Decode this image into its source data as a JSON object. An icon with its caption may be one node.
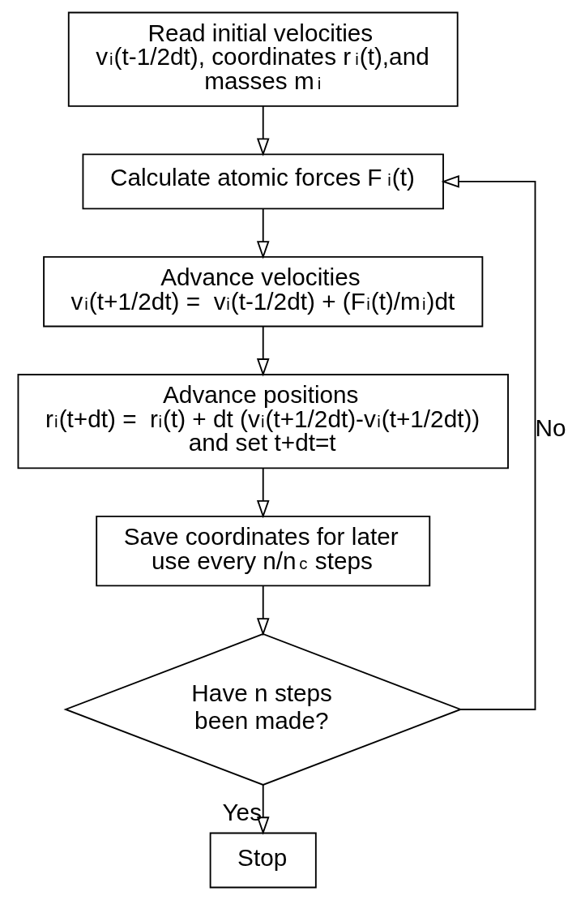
{
  "diagram": {
    "nodes": [
      {
        "text": [
          "Read initial velocities v$_{i}$(t-1/2dt), coordinates r$_{i}$(t),and masses m$_{i}$"
        ]
      },
      {
        "text": [
          "Calculate atomic forces F$_{i}$(t)"
        ]
      },
      {
        "text": [
          "Advance velocities",
          "v$_{i}$(t+1/2dt) =  v$_{i}$(t-1/2dt) + (F$_{i}$(t)/m$_{i}$)dt"
        ]
      },
      {
        "text": [
          "Advance positions",
          "r$_{i}$(t+dt) =  r$_{i}$(t) + dt (v$_{i}$(t+1/2dt)-v$_{i}$(t+1/2dt))",
          "and set t+dt=t"
        ]
      },
      {
        "text": [
          "Save coordinates for later use every n/n$_{c}$ steps"
        ]
      },
      {
        "text": [
          "Have n steps been made?"
        ]
      },
      {
        "text": [
          "Stop"
        ]
      }
    ],
    "edges": [
      {
        "from": 0,
        "to": 1,
        "arrow": "to"
      },
      {
        "from": 1,
        "to": 2,
        "arrow": "to"
      },
      {
        "from": 2,
        "to": 3,
        "arrow": "to"
      },
      {
        "from": 3,
        "to": 4,
        "arrow": "to"
      },
      {
        "from": 4,
        "to": 5,
        "arrow": "to"
      },
      {
        "from": 5,
        "to": 1,
        "arrow": "to",
        "label": "No"
      },
      {
        "from": 5,
        "to": 6,
        "arrow": "to",
        "label": "Yes"
      }
    ]
  }
}
